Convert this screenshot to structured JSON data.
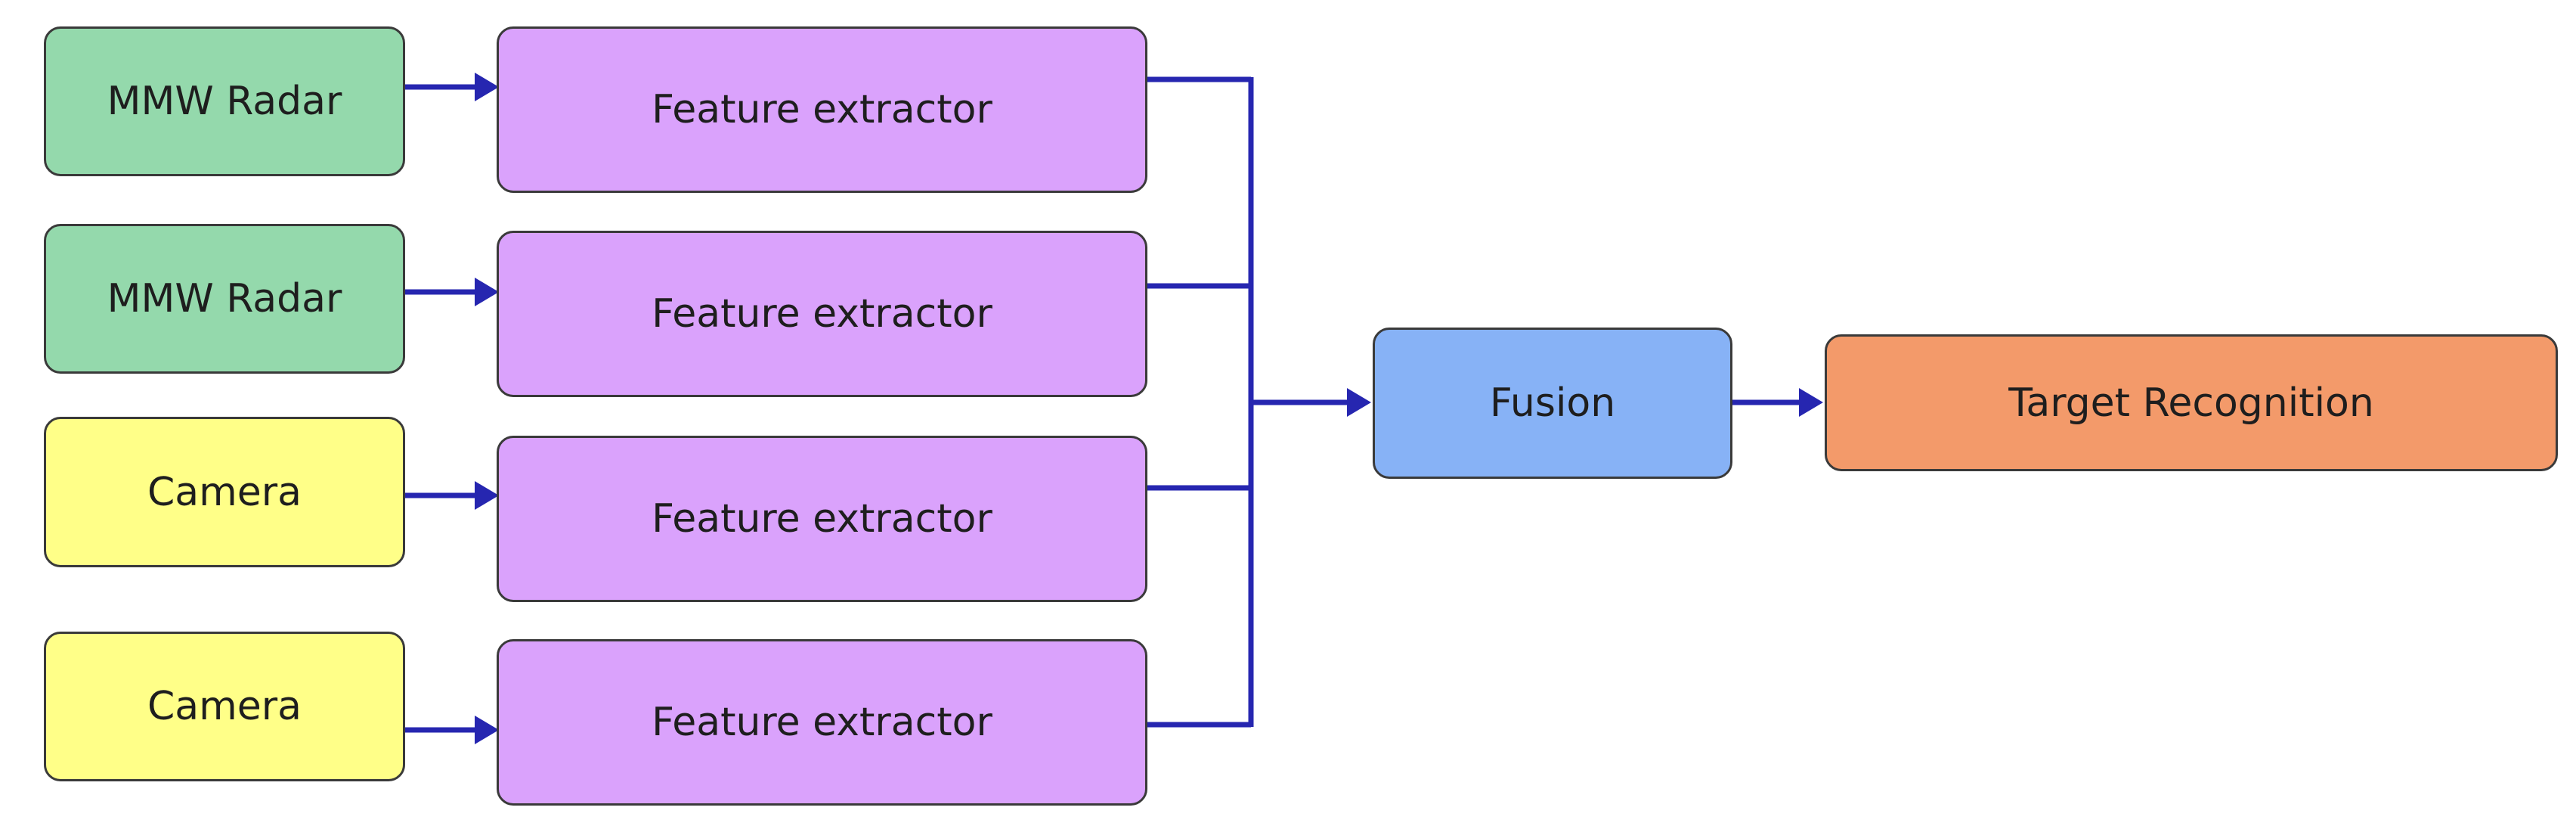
{
  "diagram": {
    "sensors": [
      {
        "label": "MMW Radar",
        "kind": "radar"
      },
      {
        "label": "MMW Radar",
        "kind": "radar"
      },
      {
        "label": "Camera",
        "kind": "camera"
      },
      {
        "label": "Camera",
        "kind": "camera"
      }
    ],
    "extractors": [
      {
        "label": "Feature extractor"
      },
      {
        "label": "Feature extractor"
      },
      {
        "label": "Feature extractor"
      },
      {
        "label": "Feature extractor"
      }
    ],
    "fusion": {
      "label": "Fusion"
    },
    "output": {
      "label": "Target Recognition"
    },
    "colors": {
      "radar": "#94d9ac",
      "camera": "#ffff88",
      "extractor": "#daa2fc",
      "fusion": "#87b2f6",
      "output": "#f39a6a",
      "connector": "#2626b0"
    }
  }
}
